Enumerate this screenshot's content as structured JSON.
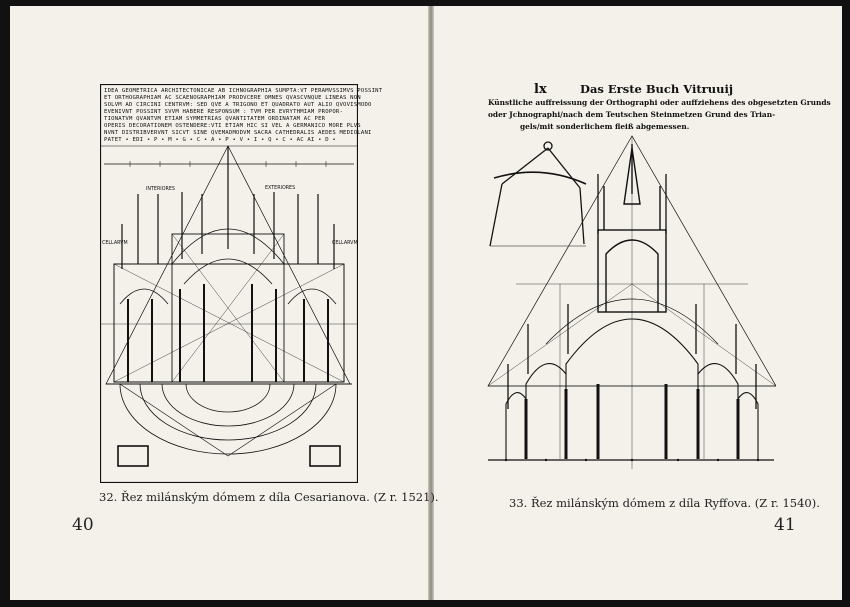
{
  "left_page": {
    "number": "40",
    "caption": "32. Řez milánským dómem z díla Cesarianova. (Z r. 1521).",
    "figure": {
      "inscription": [
        "IDEA GEOMETRICA ARCHITECTONICAE AB ICHNOGRAPHIA SUMPTA:VT PERAMVSSIMVS POSSINT",
        "ET ORTHOGRAPHIAM AC SCAENOGRAPHIAM PRODVCERE OMNES QVASCVNQUE LINEAS NON",
        "SOLVM AD CIRCINI CENTRVM: SED QVE A TRIGONO ET QUADRATO AUT ALIO QVOVISMODO",
        "EVENIVNT POSSINT SVVM HABERE RESPONSUM : TVM PER EVRYTHMIAM PROPOR-",
        "TIONATVM QVANTVM ETIAM SYMMETRIAS QVANTITATEM ORDINATAM AC PER",
        "OPERIS DECORATIONEM OSTENDERE:VTI ETIAM HIC SI VEL A GERMANICO MORE PLVS",
        "NVNT DISTRIBVERVNT SICVT SINE QVEMADMODVM SACRA CATHEDRALIS AEDES MEDIOLANI",
        "PATET • EDI • P • M • G • C • A • P • V • I • Q • C • AC AI • D •"
      ],
      "labels": [
        "INTERIORES",
        "EXTERIORES",
        "CELLARVM",
        "CELLARVM"
      ]
    }
  },
  "right_page": {
    "number": "41",
    "caption": "33. Řez milánským dómem z díla Ryffova. (Z r. 1540).",
    "figure": {
      "folio": "lx",
      "title": "Das Erste Buch Vitruuij",
      "heading_lines": [
        "Künstliche auffreissung der Orthographi oder auffziehens des obgesetzten Grunds",
        "oder Jchnographi/nach dem Teutschen Steinmetzen Grund des Trian-",
        "gels/mit sonderlichem fleiß abgemessen."
      ]
    }
  }
}
